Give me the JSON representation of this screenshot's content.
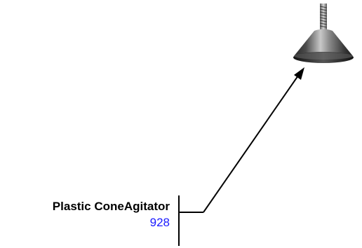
{
  "callout": {
    "name": "Plastic ConeAgitator",
    "part_number": "928"
  },
  "colors": {
    "part_number": "#1a1aff",
    "leader": "#000000"
  },
  "icons": {
    "part_image": "cone-agitator-image"
  }
}
